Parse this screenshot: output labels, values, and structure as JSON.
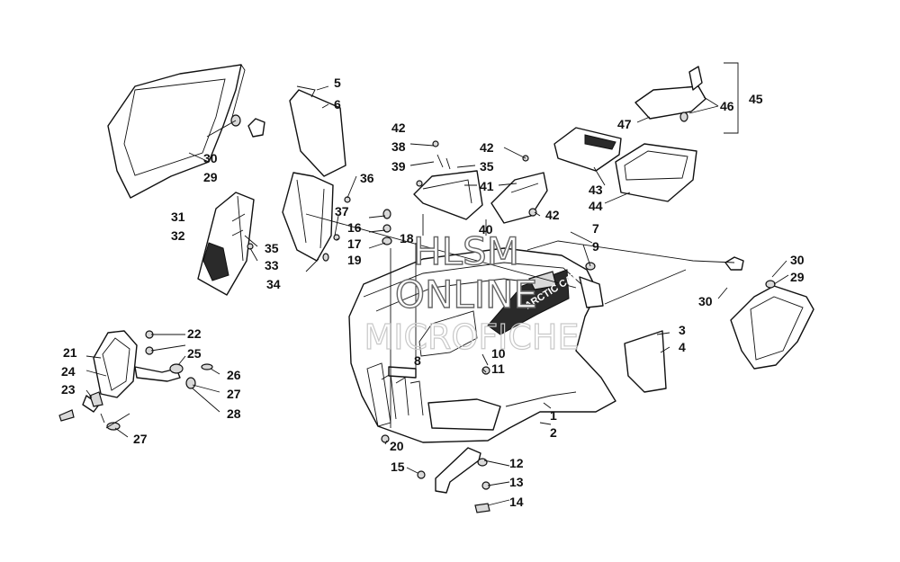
{
  "watermark": {
    "line1": "HLSM",
    "line2": "ONLINE",
    "line3": "MICROFICHE"
  },
  "hood_decal_text": "ARCTIC CAT",
  "callouts": [
    "1",
    "2",
    "3",
    "4",
    "5",
    "6",
    "7",
    "8",
    "9",
    "10",
    "11",
    "12",
    "13",
    "14",
    "15",
    "16",
    "17",
    "18",
    "19",
    "20",
    "21",
    "22",
    "23",
    "24",
    "25",
    "26",
    "27",
    "27",
    "28",
    "29",
    "29",
    "30",
    "30",
    "30",
    "31",
    "32",
    "33",
    "34",
    "35",
    "35",
    "36",
    "37",
    "38",
    "39",
    "40",
    "41",
    "42",
    "42",
    "42",
    "43",
    "44",
    "45",
    "46",
    "47"
  ]
}
